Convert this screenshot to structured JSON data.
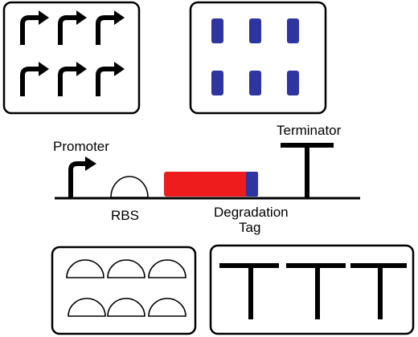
{
  "labels": {
    "promoter": "Promoter",
    "rbs": "RBS",
    "degradation_tag_line1": "Degradation",
    "degradation_tag_line2": "Tag",
    "terminator": "Terminator"
  },
  "colors": {
    "outline": "#000000",
    "background": "#ffffff",
    "block_blue": "#2e35a0",
    "gene_red": "#ee1c1c",
    "tag_blue": "#2e35a0"
  },
  "panels": {
    "promoters_count": 6,
    "blocks_count": 6,
    "rbs_count": 6,
    "terminators_count": 3
  }
}
